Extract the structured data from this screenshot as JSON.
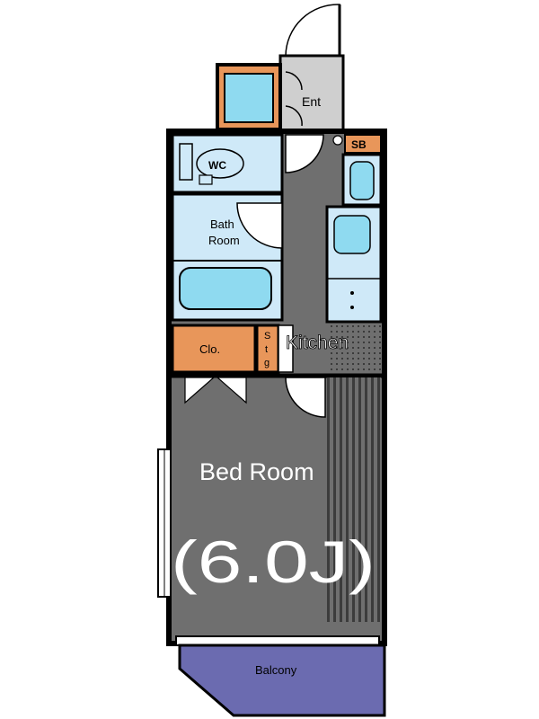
{
  "rooms": {
    "entrance": "Ent",
    "wc": "WC",
    "bath_line1": "Bath",
    "bath_line2": "Room",
    "closet": "Clo.",
    "storage_chars": [
      "S",
      "t",
      "g"
    ],
    "kitchen": "Kitchen",
    "shoe_box": "SB",
    "bedroom": "Bed Room",
    "bedroom_size": "(6.0J)",
    "balcony": "Balcony"
  },
  "colors": {
    "floor": "#6f6f6f",
    "wet_area": "#cfe9f8",
    "fixture": "#8fdaf0",
    "closet": "#e8965a",
    "balcony": "#6b6bb0",
    "walls": "#000000",
    "entrance": "#cfcfcf"
  }
}
